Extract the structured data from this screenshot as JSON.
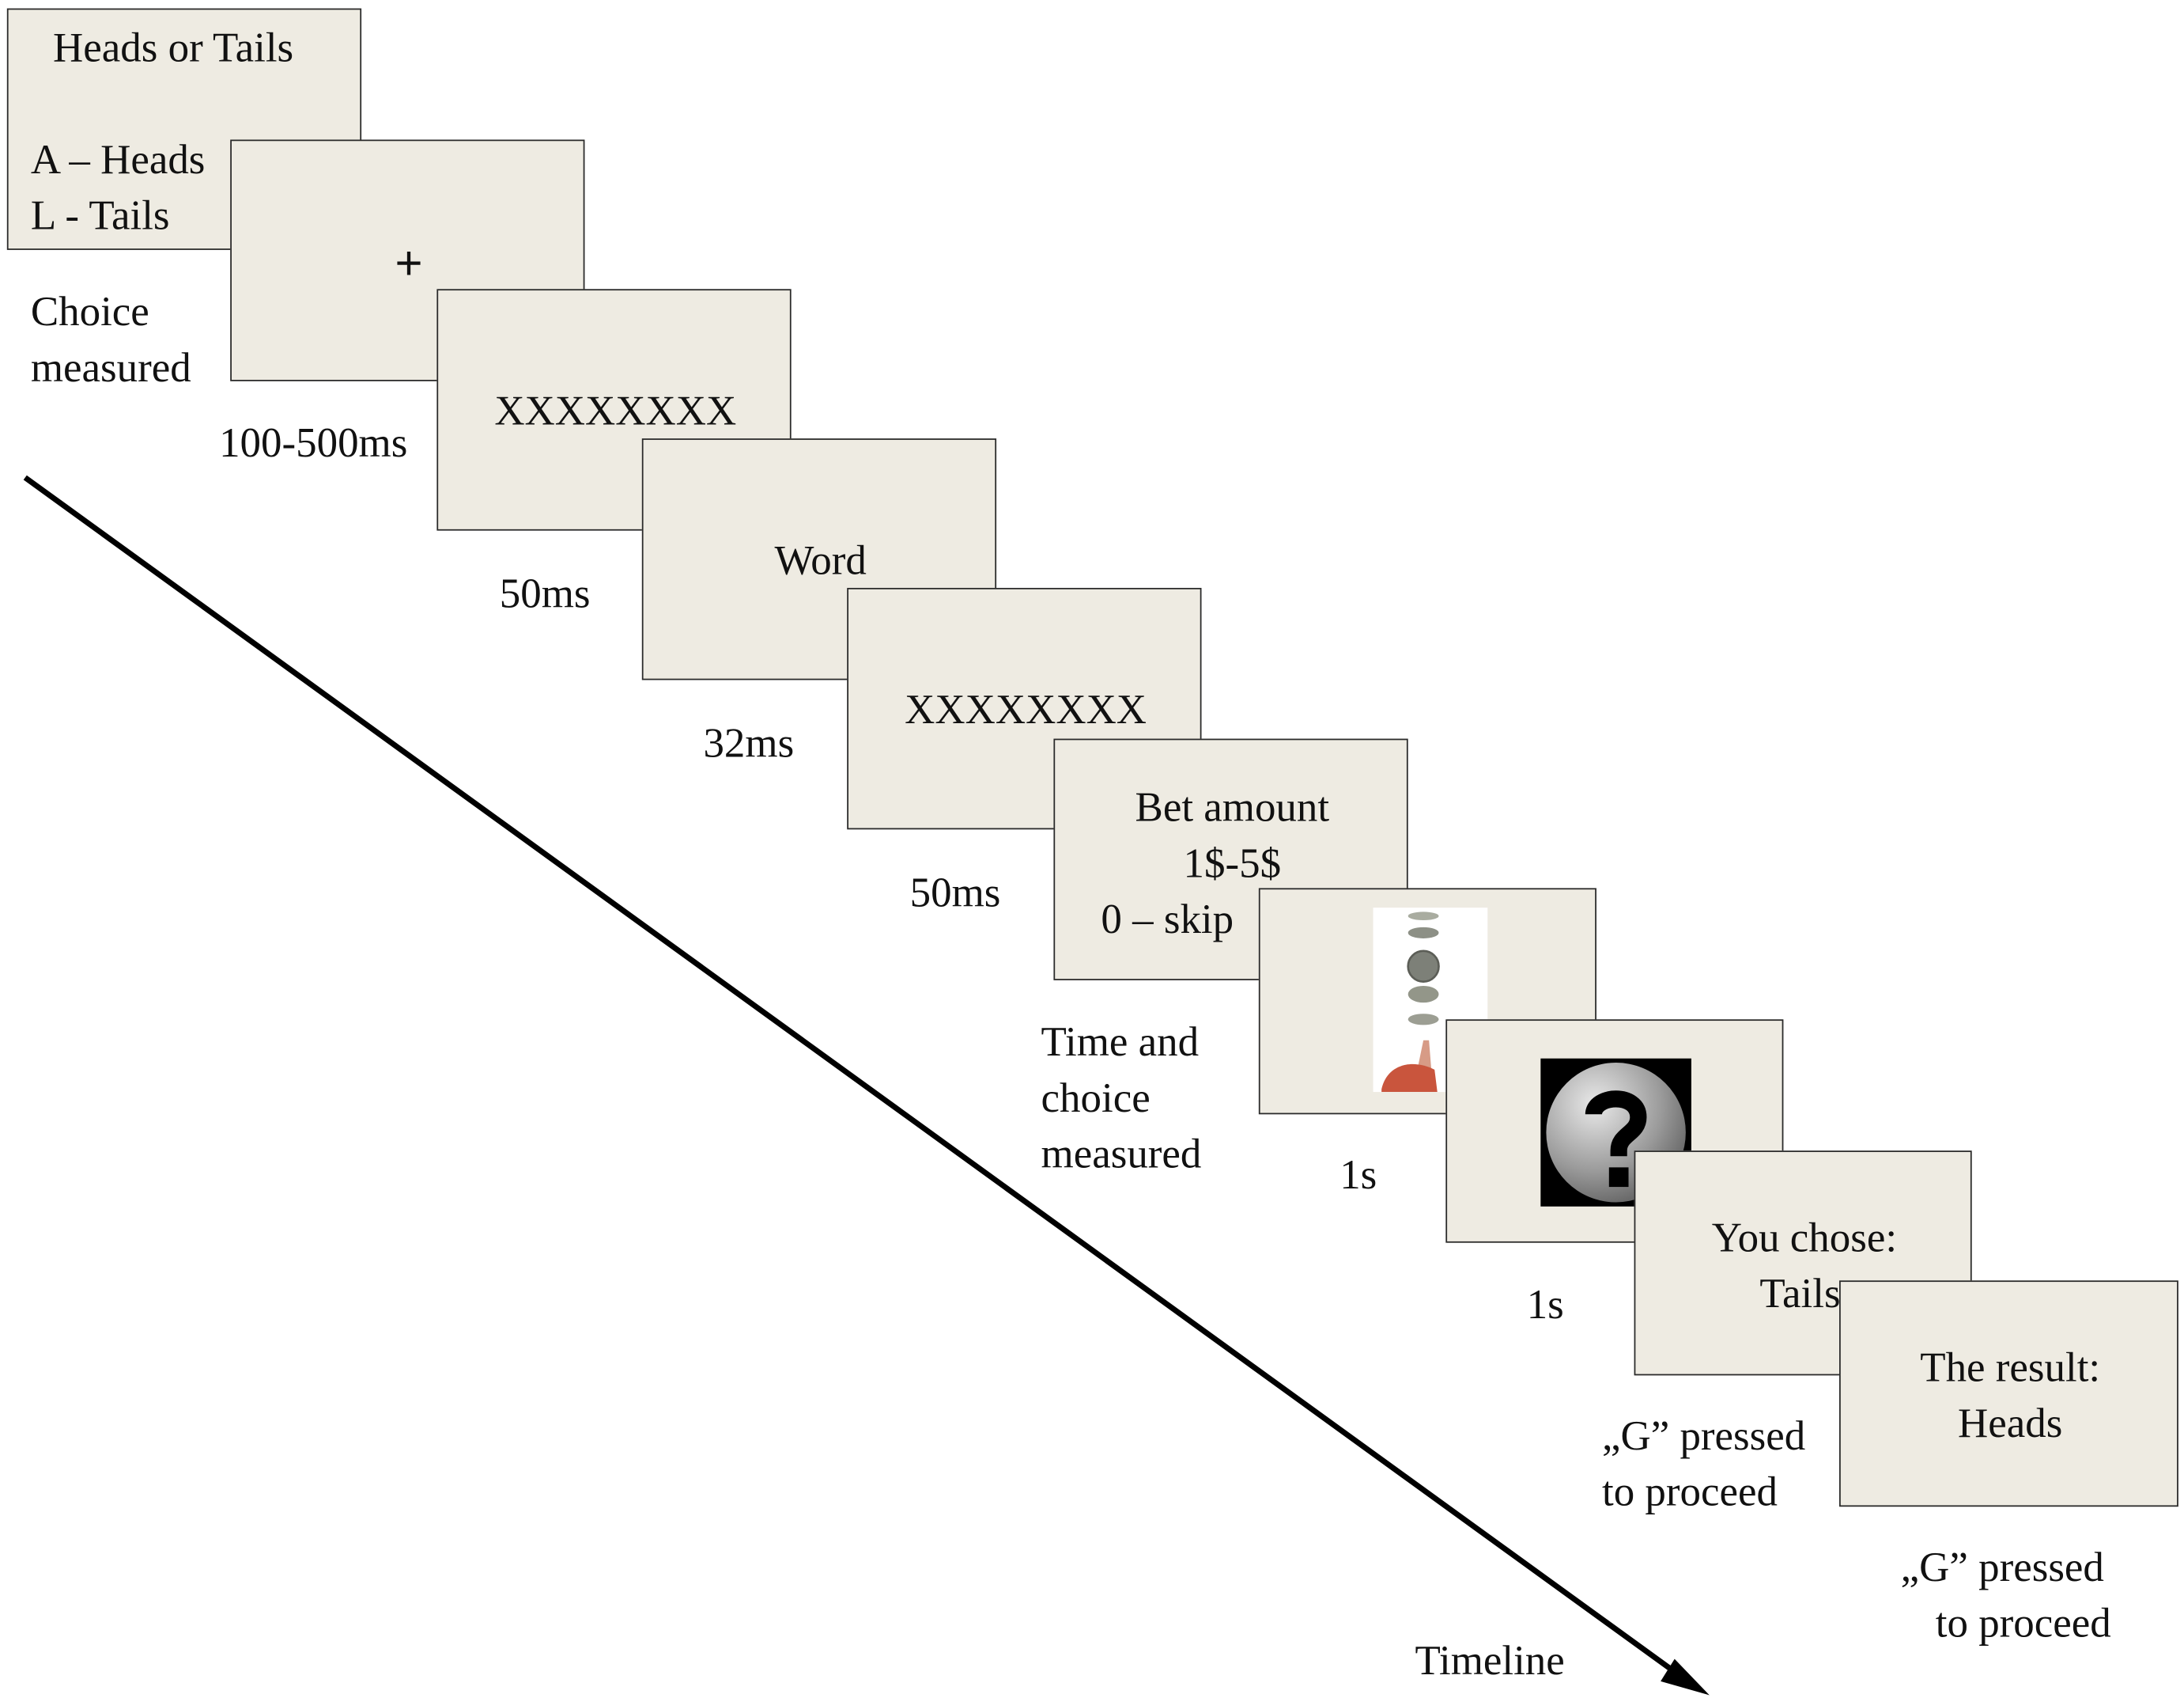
{
  "screens": {
    "s1": {
      "title": "Heads or Tails",
      "line1": "A – Heads",
      "line2": "L - Tails"
    },
    "s2": {
      "symbol": "+"
    },
    "s3": {
      "mask": "XXXXXXXX"
    },
    "s4": {
      "word": "Word"
    },
    "s5": {
      "mask": "XXXXXXXX"
    },
    "s6": {
      "line1": "Bet amount",
      "line2": "1$-5$",
      "line3": "0 – skip"
    },
    "s7": {
      "image": "coin-toss-flipping-photo"
    },
    "s8": {
      "image": "question-mark-coin-icon"
    },
    "s9": {
      "line1": "You chose:",
      "line2": "Tails"
    },
    "s10": {
      "line1": "The result:",
      "line2": "Heads"
    }
  },
  "labels": {
    "choice_measured_1": "Choice",
    "choice_measured_2": "measured",
    "d_100_500": "100-500ms",
    "d_50a": "50ms",
    "d_32": "32ms",
    "d_50b": "50ms",
    "time_choice_1": "Time and",
    "time_choice_2": "choice",
    "time_choice_3": "measured",
    "d_1s_a": "1s",
    "d_1s_b": "1s",
    "g_pressed_a_1": "„G” pressed",
    "g_pressed_a_2": "to proceed",
    "g_pressed_b_1": "„G” pressed",
    "g_pressed_b_2": "to proceed",
    "timeline": "Timeline"
  },
  "colors": {
    "screen_fill": "#eeebe2",
    "screen_border": "#2a2a2a",
    "arrow": "#000000"
  }
}
